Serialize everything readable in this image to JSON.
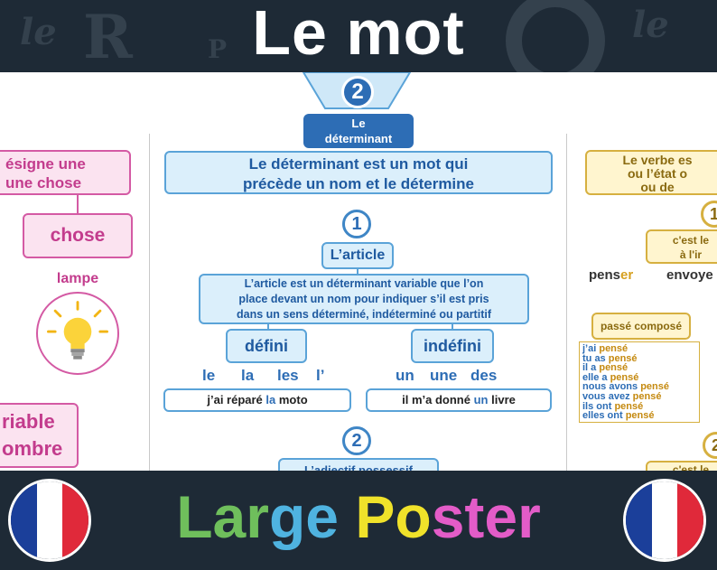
{
  "title": "Le mot",
  "header_deco": [
    "le",
    "R",
    "P",
    "le"
  ],
  "center": {
    "section_num": "2",
    "section_label_line1": "Le",
    "section_label_line2": "déterminant",
    "definition_line1": "Le déterminant est un mot qui",
    "definition_line2": "précède un nom et le détermine",
    "article_num": "1",
    "article_label": "L’article",
    "article_def_line1": "L’article est un déterminant variable que l’on",
    "article_def_line2": "place devant un nom pour indiquer s’il est pris",
    "article_def_line3": "dans un sens déterminé, indéterminé ou partitif",
    "defini_label": "défini",
    "indefini_label": "indéfini",
    "defini_words": [
      "le",
      "la",
      "les",
      "l’"
    ],
    "indefini_words": [
      "un",
      "une",
      "des"
    ],
    "example1_before": "j’ai réparé ",
    "example1_highlight": "la",
    "example1_after": " moto",
    "example2_before": "il m’a donné ",
    "example2_highlight": "un",
    "example2_after": " livre",
    "next_num": "2",
    "next_label": "L’adjectif possessif"
  },
  "left": {
    "box1_line1": "ésigne une",
    "box1_line2": "une chose",
    "chose_label": "chose",
    "lampe_label": "lampe",
    "box2_line1": "riable",
    "box2_line2": "ombre"
  },
  "right": {
    "box_line1": "Le verbe es",
    "box_line2": "ou l’état o",
    "box_line3": "ou de",
    "circle_partial": "1",
    "inner_line1": "c'est le",
    "inner_line2": "à l'ir",
    "verb1_stem": "pens",
    "verb1_end": "er",
    "verb2": "envoye",
    "passe_compose": "passé composé",
    "conj_subjects": [
      "j’ai ",
      "tu as ",
      "il a ",
      "elle a ",
      "nous avons ",
      "vous avez ",
      "ils ont ",
      "elles ont "
    ],
    "conj_participle": "pensé",
    "circle2_partial": "2",
    "bottom_partial": "c'est le"
  },
  "poster_letters": [
    "L",
    "a",
    "r",
    "g",
    "e",
    " ",
    "P",
    "o",
    "s",
    "t",
    "e",
    "r"
  ],
  "poster_colors": [
    "#6fbf5c",
    "#6fbf5c",
    "#6fbf5c",
    "#4fb3e0",
    "#4fb3e0",
    "",
    "#f0e22a",
    "#f0e22a",
    "#e35cc8",
    "#e35cc8",
    "#e35cc8",
    "#e35cc8"
  ],
  "colors": {
    "header_bg": "#1e2a36",
    "blue": "#3f86c6",
    "pink": "#d45aa4",
    "yellow": "#d6b040"
  }
}
